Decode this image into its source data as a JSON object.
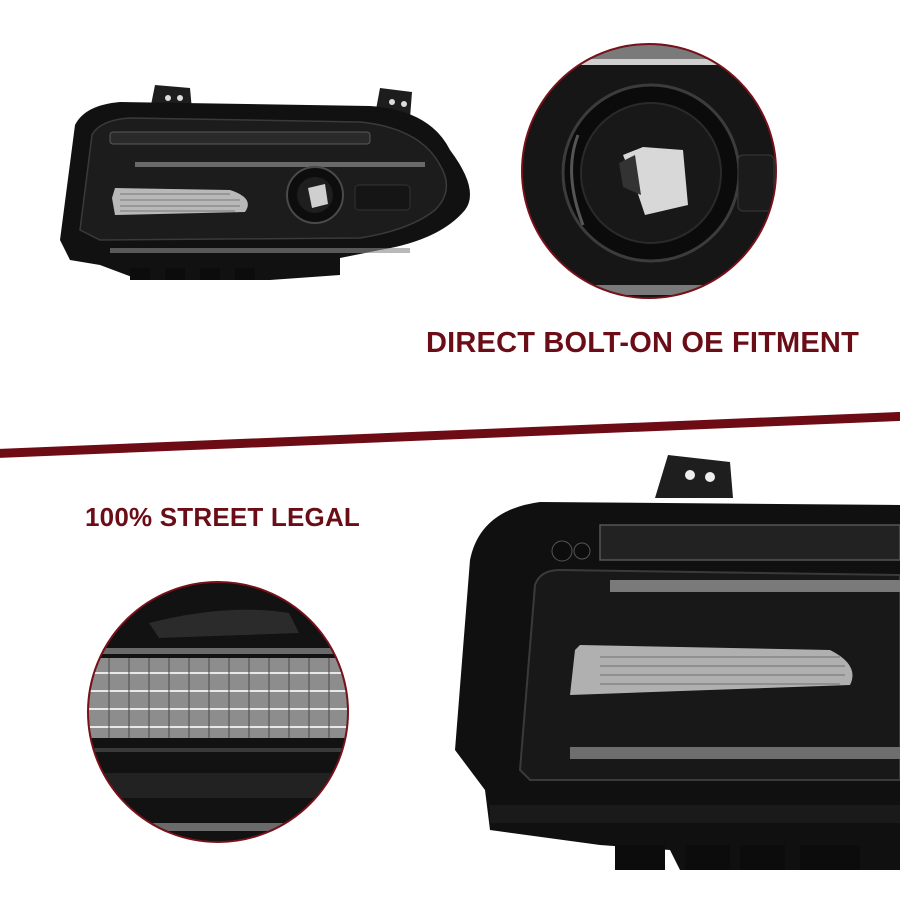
{
  "headlines": {
    "top_right": "DIRECT BOLT-ON OE FITMENT",
    "middle_left": "100% STREET LEGAL"
  },
  "colors": {
    "accent": "#6b0d16",
    "background": "#ffffff",
    "housing": "#141414"
  },
  "images": {
    "top_left": "headlight-full-view",
    "top_right_circle": "projector-lens-closeup",
    "bottom_left_circle": "led-turn-signal-closeup",
    "bottom_right": "headlight-closeup-angled"
  }
}
